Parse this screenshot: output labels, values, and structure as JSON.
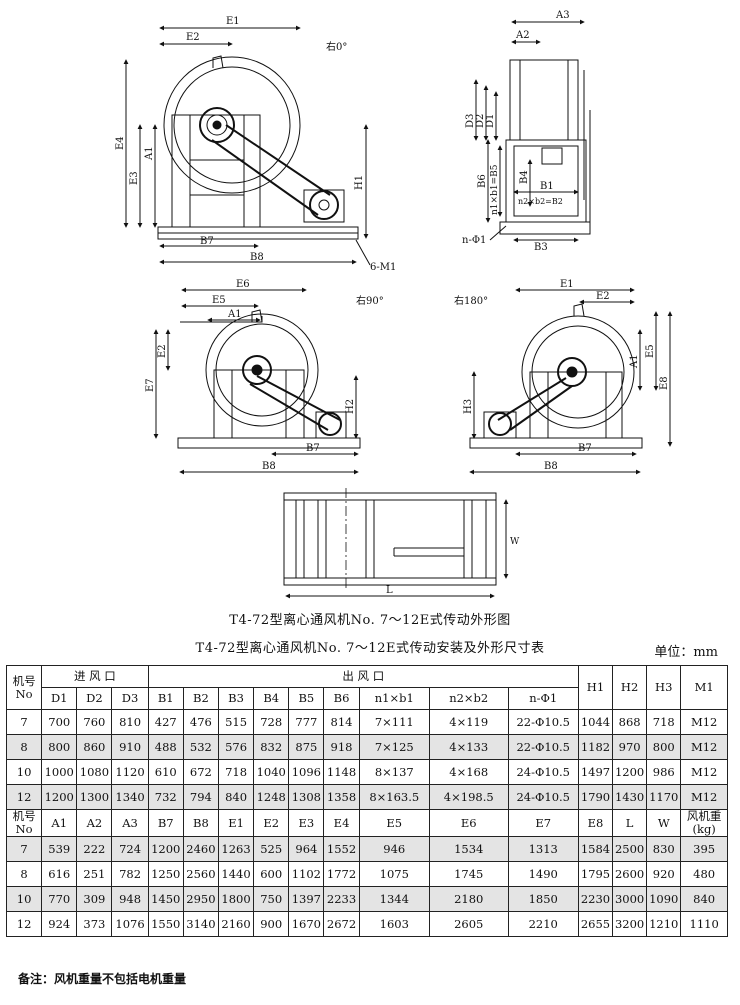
{
  "drawing": {
    "view1": {
      "title": "右0°",
      "labels": {
        "E1": "E1",
        "E2": "E2",
        "E3": "E3",
        "E4": "E4",
        "A1": "A1",
        "H1": "H1",
        "B7": "B7",
        "B8": "B8",
        "M1": "6-M1"
      }
    },
    "view2": {
      "labels": {
        "A3": "A3",
        "A2": "A2",
        "D3": "D3",
        "D2": "D2",
        "D1": "D1",
        "B6": "B6",
        "B5": "n1×b1=B5",
        "B4": "B4",
        "B1": "B1",
        "B2": "n2×b2=B2",
        "B3": "B3",
        "phi": "n-Φ1"
      }
    },
    "view3": {
      "title": "右90°",
      "labels": {
        "E6": "E6",
        "E5": "E5",
        "A1": "A1",
        "E2": "E2",
        "E7": "E7",
        "H2": "H2",
        "B7": "B7",
        "B8": "B8"
      }
    },
    "view4": {
      "title": "右180°",
      "labels": {
        "E1": "E1",
        "E2": "E2",
        "A1": "A1",
        "E5": "E5",
        "E8": "E8",
        "H3": "H3",
        "B7": "B7",
        "B8": "B8"
      }
    },
    "view5": {
      "labels": {
        "W": "W",
        "L": "L"
      }
    }
  },
  "captions": {
    "figure": "T4-72型离心通风机No. 7～12E式传动外形图",
    "table": "T4-72型离心通风机No. 7～12E式传动安装及外形尺寸表",
    "unit": "单位：mm"
  },
  "table1": {
    "h_no": [
      "机号",
      "No"
    ],
    "h_inlet": "进 风 口",
    "h_outlet": "出 风 口",
    "h_tail": [
      "H1",
      "H2",
      "H3",
      "M1"
    ],
    "sub": [
      "D1",
      "D2",
      "D3",
      "B1",
      "B2",
      "B3",
      "B4",
      "B5",
      "B6",
      "n1×b1",
      "n2×b2",
      "n-Φ1"
    ],
    "rows": [
      [
        "7",
        "700",
        "760",
        "810",
        "427",
        "476",
        "515",
        "728",
        "777",
        "814",
        "7×111",
        "4×119",
        "22-Φ10.5",
        "1044",
        "868",
        "718",
        "M12"
      ],
      [
        "8",
        "800",
        "860",
        "910",
        "488",
        "532",
        "576",
        "832",
        "875",
        "918",
        "7×125",
        "4×133",
        "22-Φ10.5",
        "1182",
        "970",
        "800",
        "M12"
      ],
      [
        "10",
        "1000",
        "1080",
        "1120",
        "610",
        "672",
        "718",
        "1040",
        "1096",
        "1148",
        "8×137",
        "4×168",
        "24-Φ10.5",
        "1497",
        "1200",
        "986",
        "M12"
      ],
      [
        "12",
        "1200",
        "1300",
        "1340",
        "732",
        "794",
        "840",
        "1248",
        "1308",
        "1358",
        "8×163.5",
        "4×198.5",
        "24-Φ10.5",
        "1790",
        "1430",
        "1170",
        "M12"
      ]
    ]
  },
  "table2": {
    "h_no": [
      "机号",
      "No"
    ],
    "cols": [
      "A1",
      "A2",
      "A3",
      "B7",
      "B8",
      "E1",
      "E2",
      "E3",
      "E4",
      "E5",
      "E6",
      "E7",
      "E8",
      "L",
      "W"
    ],
    "h_weight": [
      "风机重",
      "(kg)"
    ],
    "rows": [
      [
        "7",
        "539",
        "222",
        "724",
        "1200",
        "2460",
        "1263",
        "525",
        "964",
        "1552",
        "946",
        "1534",
        "1313",
        "1584",
        "2500",
        "830",
        "395"
      ],
      [
        "8",
        "616",
        "251",
        "782",
        "1250",
        "2560",
        "1440",
        "600",
        "1102",
        "1772",
        "1075",
        "1745",
        "1490",
        "1795",
        "2600",
        "920",
        "480"
      ],
      [
        "10",
        "770",
        "309",
        "948",
        "1450",
        "2950",
        "1800",
        "750",
        "1397",
        "2233",
        "1344",
        "2180",
        "1850",
        "2230",
        "3000",
        "1090",
        "840"
      ],
      [
        "12",
        "924",
        "373",
        "1076",
        "1550",
        "3140",
        "2160",
        "900",
        "1670",
        "2672",
        "1603",
        "2605",
        "2210",
        "2655",
        "3200",
        "1210",
        "1110"
      ]
    ]
  },
  "note": "备注：风机重量不包括电机重量"
}
